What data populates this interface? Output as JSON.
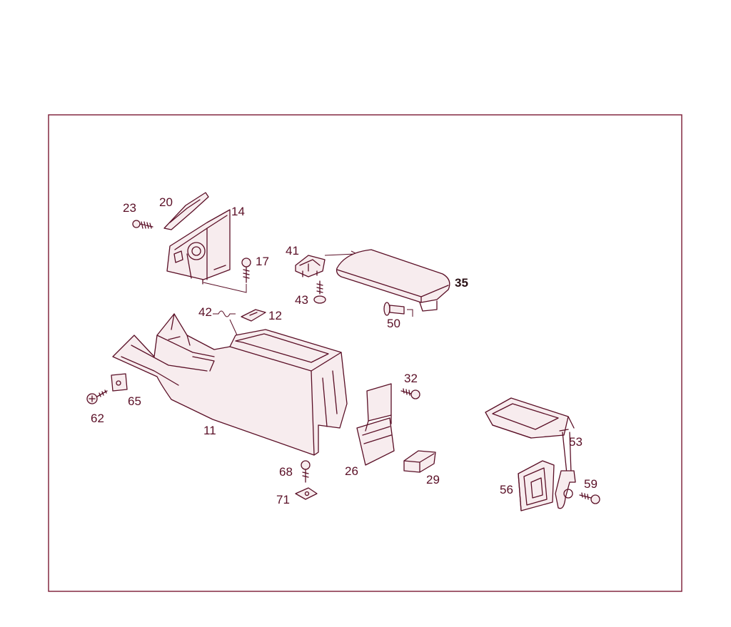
{
  "colors": {
    "line": "#5a0f26",
    "frame": "#7a1a33",
    "fill": "#f7ecee"
  },
  "parts": {
    "p11": "11",
    "p12": "12",
    "p14": "14",
    "p17": "17",
    "p20": "20",
    "p23": "23",
    "p26": "26",
    "p29": "29",
    "p32": "32",
    "p35": "35",
    "p41": "41",
    "p42": "42",
    "p43": "43",
    "p50": "50",
    "p53": "53",
    "p56": "56",
    "p59": "59",
    "p62": "62",
    "p65": "65",
    "p68": "68",
    "p71": "71"
  }
}
